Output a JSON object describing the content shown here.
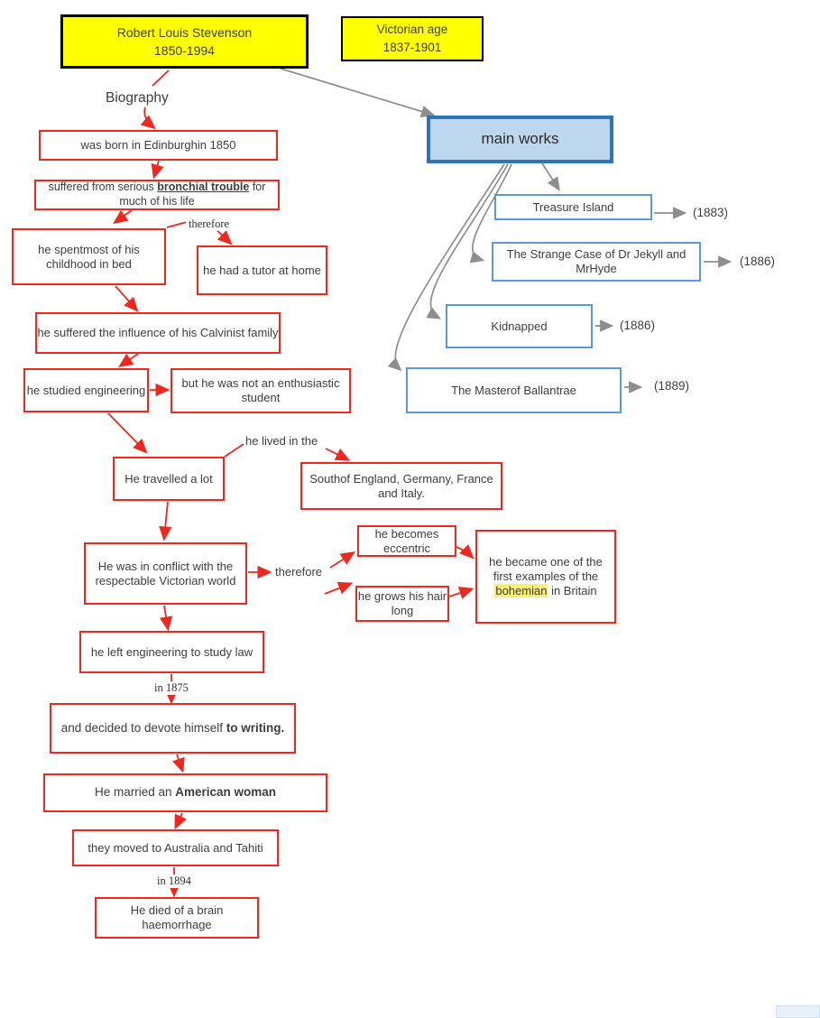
{
  "diagram": {
    "title_box": {
      "line1": "Robert Louis Stevenson",
      "line2": "1850-1994"
    },
    "era_box": {
      "line1": "Victorian age",
      "line2": "1837-1901"
    },
    "biography_label": "Biography",
    "biography": {
      "born": "was born in Edinburghin 1850",
      "suffered_pre": "suffered from serious ",
      "suffered_bold": "bronchial trouble",
      "suffered_post": " for much of his life",
      "therefore_label": "therefore",
      "childhood": "he spentmost of his childhood in bed",
      "tutor": "he had a tutor at home",
      "calvinist": "he suffered the influence of his Calvinist family",
      "engineering": "he studied engineering",
      "student": "but he was not an enthusiastic student",
      "travelled": "He travelled a lot",
      "lived_label": "he lived in the",
      "south": "Southof England, Germany, France and Italy.",
      "conflict": "He was in conflict with the respectable Victorian world",
      "therefore2_label": "therefore",
      "eccentric": "he becomes eccentric",
      "hair": "he grows his hair long",
      "bohemian_pre": "he became one of the first examples of the ",
      "bohemian_highlight": "bohemian",
      "bohemian_post": " in Britain",
      "law": "he left engineering to study law",
      "in1875": "in 1875",
      "writing_pre": "and decided to devote himself ",
      "writing_bold": "to writing.",
      "married_pre": "He married an ",
      "married_bold": "American woman",
      "moved": "they moved to Australia and Tahiti",
      "in1894": "in 1894",
      "died": "He died of a brain haemorrhage"
    },
    "works": {
      "header": "main works",
      "items": [
        {
          "title": "Treasure Island",
          "year": "(1883)"
        },
        {
          "title": "The Strange Case of Dr Jekyll and MrHyde",
          "year": "(1886)"
        },
        {
          "title": "Kidnapped",
          "year": "(1886)"
        },
        {
          "title": "The Masterof Ballantrae",
          "year": "(1889)"
        }
      ]
    },
    "colors": {
      "node_border_red": "#ee281e",
      "arrow_gray": "#8e8e8e",
      "works_header_fill": "#bdd7ee",
      "works_header_border": "#2e75b6",
      "works_item_border": "#5b9bd5",
      "yellow_fill": "#ffff00",
      "bohemian_highlight": "#f8ef6e",
      "text_color": "#3d3d3d"
    }
  }
}
